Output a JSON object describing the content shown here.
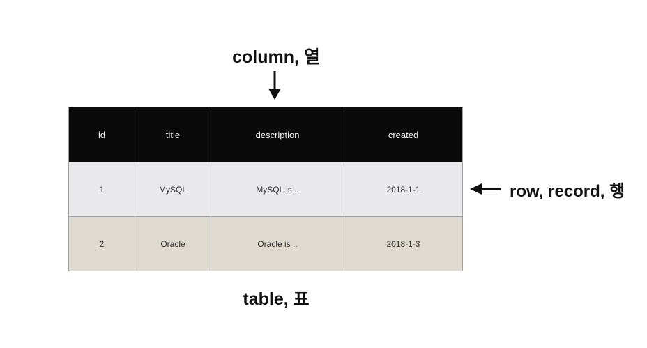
{
  "annotations": {
    "column_label": "column, 열",
    "row_label": "row, record, 행",
    "table_label": "table, 표"
  },
  "table": {
    "headers": [
      "id",
      "title",
      "description",
      "created"
    ],
    "rows": [
      [
        "1",
        "MySQL",
        "MySQL is ..",
        "2018-1-1"
      ],
      [
        "2",
        "Oracle",
        "Oracle is ..",
        "2018-1-3"
      ]
    ]
  },
  "colors": {
    "page_bg": "#ffffff",
    "header_bg": "#0a0a0a",
    "header_text": "#f4f4f4",
    "row_odd_bg": "#e9e8ea",
    "row_even_bg": "#dedad0",
    "cell_border": "#9e9e9e",
    "annotation_text": "#111111"
  }
}
